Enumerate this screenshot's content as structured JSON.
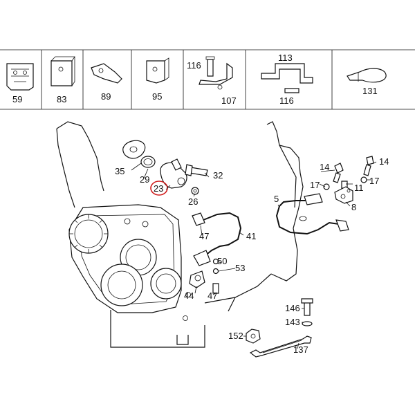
{
  "strip": {
    "cells": [
      {
        "id": "59",
        "label": "59"
      },
      {
        "id": "83",
        "label": "83"
      },
      {
        "id": "89",
        "label": "89"
      },
      {
        "id": "95",
        "label": "95"
      },
      {
        "id": "116a",
        "label": "116"
      },
      {
        "id": "107",
        "label": "107"
      },
      {
        "id": "113",
        "label": "113"
      },
      {
        "id": "116b",
        "label": "116"
      },
      {
        "id": "131",
        "label": "131"
      }
    ]
  },
  "callouts": {
    "c35": "35",
    "c29": "29",
    "c23": "23",
    "c32": "32",
    "c26": "26",
    "c5": "5",
    "c14a": "14",
    "c14b": "14",
    "c17a": "17",
    "c11": "11",
    "c17b": "17",
    "c8": "8",
    "c41": "41",
    "c47a": "47",
    "c50": "50",
    "c53": "53",
    "c44": "44",
    "c47b": "47",
    "c146": "146",
    "c143": "143",
    "c152": "152",
    "c137": "137"
  },
  "highlight": {
    "part": "23",
    "color": "#d01818"
  }
}
